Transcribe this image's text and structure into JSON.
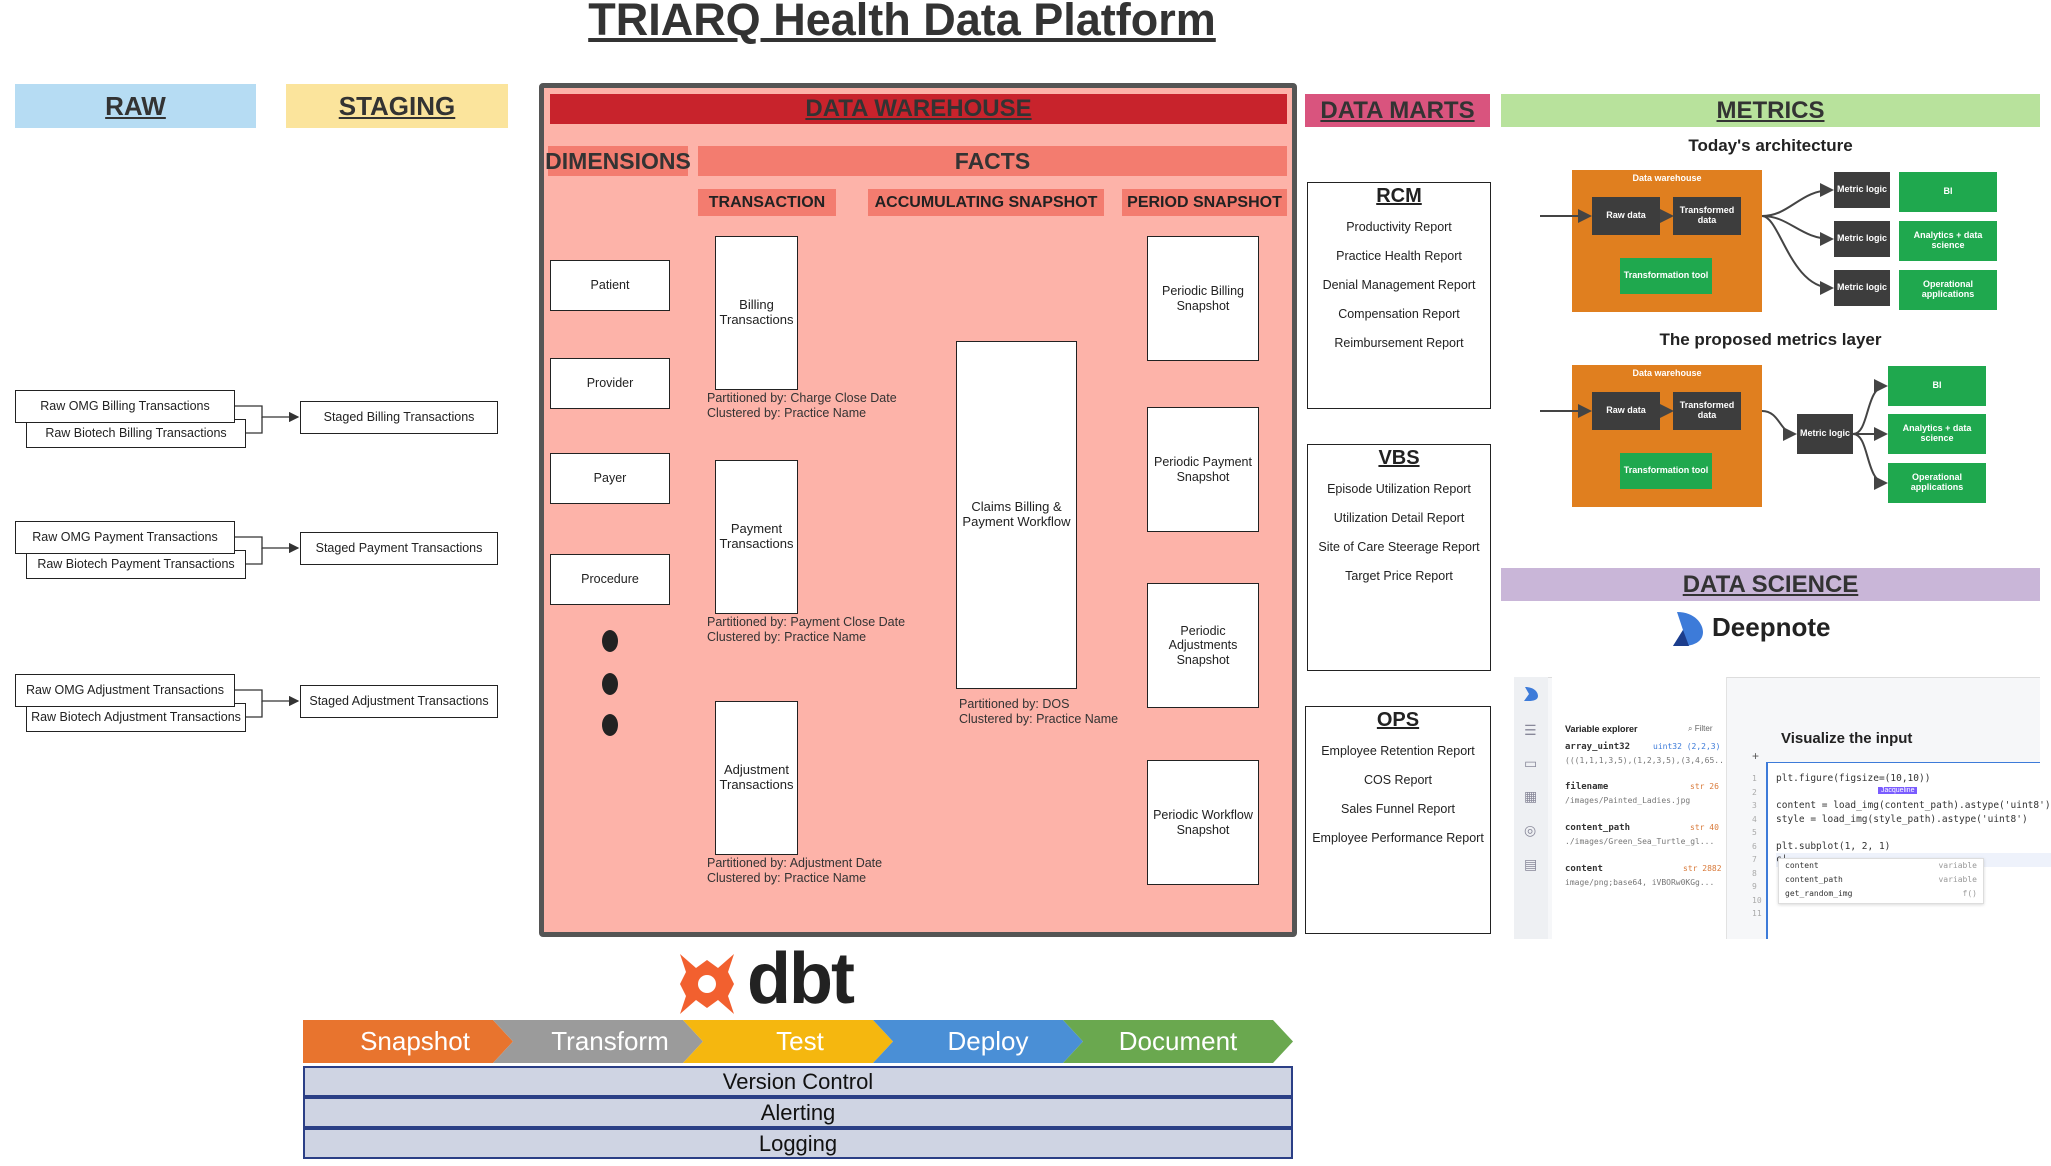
{
  "title": "TRIARQ Health Data Platform",
  "sections": {
    "raw": "RAW",
    "staging": "STAGING",
    "warehouse": "DATA WAREHOUSE",
    "dimensions": "DIMENSIONS",
    "facts": "FACTS",
    "transaction": "TRANSACTION",
    "accumulating": "ACCUMULATING SNAPSHOT",
    "period": "PERIOD SNAPSHOT",
    "marts": "DATA MARTS",
    "metrics": "METRICS",
    "science": "DATA SCIENCE"
  },
  "raw": {
    "billing_omg": "Raw OMG Billing Transactions",
    "billing_biotech": "Raw Biotech Billing Transactions",
    "payment_omg": "Raw OMG Payment Transactions",
    "payment_biotech": "Raw Biotech Payment Transactions",
    "adjustment_omg": "Raw OMG Adjustment Transactions",
    "adjustment_biotech": "Raw Biotech Adjustment Transactions"
  },
  "staging": {
    "billing": "Staged Billing Transactions",
    "payment": "Staged Payment Transactions",
    "adjustment": "Staged Adjustment Transactions"
  },
  "dimensions": [
    "Patient",
    "Provider",
    "Payer",
    "Procedure"
  ],
  "transactions": {
    "billing": "Billing Transactions",
    "billing_part": "Partitioned by: Charge Close Date",
    "billing_clust": "Clustered by: Practice Name",
    "payment": "Payment Transactions",
    "payment_part": "Partitioned by: Payment Close Date",
    "payment_clust": "Clustered by: Practice Name",
    "adjustment": "Adjustment Transactions",
    "adjustment_part": "Partitioned by: Adjustment Date",
    "adjustment_clust": "Clustered by: Practice Name"
  },
  "accumulating": {
    "label": "Claims Billing & Payment Workflow",
    "part": "Partitioned by: DOS",
    "clust": "Clustered by: Practice Name"
  },
  "period": [
    "Periodic Billing Snapshot",
    "Periodic Payment Snapshot",
    "Periodic Adjustments Snapshot",
    "Periodic Workflow Snapshot"
  ],
  "marts": {
    "rcm": {
      "title": "RCM",
      "items": [
        "Productivity Report",
        "Practice Health Report",
        "Denial Management Report",
        "Compensation Report",
        "Reimbursement Report"
      ]
    },
    "vbs": {
      "title": "VBS",
      "items": [
        "Episode Utilization Report",
        "Utilization Detail Report",
        "Site of Care Steerage Report",
        "Target Price Report"
      ]
    },
    "ops": {
      "title": "OPS",
      "items": [
        "Employee Retention Report",
        "COS Report",
        "Sales Funnel Report",
        "Employee Performance Report"
      ]
    }
  },
  "metrics_img": {
    "today": "Today's architecture",
    "proposed": "The proposed metrics layer",
    "warehouse": "Data warehouse",
    "raw": "Raw data",
    "transformed": "Transformed data",
    "tool": "Transformation tool",
    "metric_logic": "Metric logic",
    "bi": "BI",
    "analytics": "Analytics + data science",
    "operational": "Operational applications"
  },
  "deepnote": {
    "brand": "Deepnote",
    "explorer": "Variable explorer",
    "filter": "Filter",
    "vars": [
      {
        "name": "array_uint32",
        "type": "uint32 (2,2,3)",
        "val": "(((1,1,1,3,5),(1,2,3,5),(3,4,65.."
      },
      {
        "name": "filename",
        "type": "str 26",
        "val": "/images/Painted_Ladies.jpg"
      },
      {
        "name": "content_path",
        "type": "str 40",
        "val": "./images/Green_Sea_Turtle_gl..."
      },
      {
        "name": "content",
        "type": "str 2882",
        "val": "image/png;base64, iVBORw0KGg..."
      }
    ],
    "heading": "Visualize the input",
    "code": [
      "plt.figure(figsize=(10,10))",
      "",
      "content = load_img(content_path).astype('uint8')",
      "style = load_img(style_path).astype('uint8')",
      "",
      "plt.subplot(1, 2, 1)",
      "c|"
    ],
    "collab": "Jacqueline",
    "suggestions": [
      {
        "name": "content",
        "kind": "variable"
      },
      {
        "name": "content_path",
        "kind": "variable"
      },
      {
        "name": "get_random_img",
        "kind": "f()"
      }
    ]
  },
  "dbt": {
    "logo": "dbt",
    "steps": [
      "Snapshot",
      "Transform",
      "Test",
      "Deploy",
      "Document"
    ],
    "step_colors": [
      "#e8742e",
      "#9b9b9b",
      "#f5b70f",
      "#4a8fd6",
      "#6aa84f"
    ],
    "bars": [
      "Version Control",
      "Alerting",
      "Logging"
    ]
  }
}
